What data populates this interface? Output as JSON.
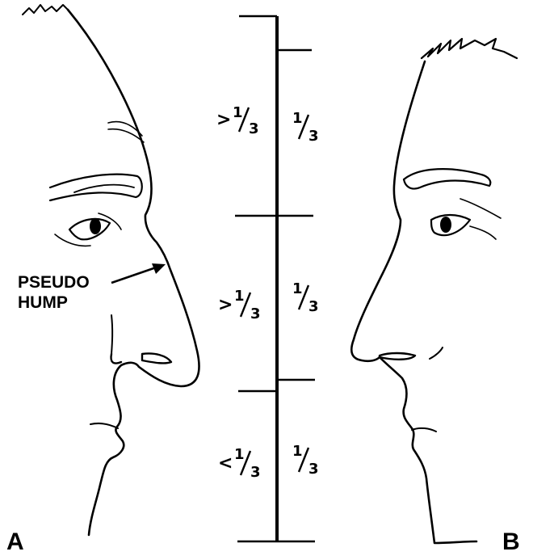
{
  "panels": {
    "a": {
      "label": "A"
    },
    "b": {
      "label": "B"
    }
  },
  "annotation": {
    "line1": "PSEUDO",
    "line2": "HUMP"
  },
  "fraction": {
    "numerator": "1",
    "denominator": "3"
  },
  "left_column": {
    "upper": {
      "prefix": ">"
    },
    "middle": {
      "prefix": ">"
    },
    "lower": {
      "prefix": "<"
    }
  },
  "right_column": {
    "upper": {
      "prefix": ""
    },
    "middle": {
      "prefix": ""
    },
    "lower": {
      "prefix": ""
    }
  }
}
